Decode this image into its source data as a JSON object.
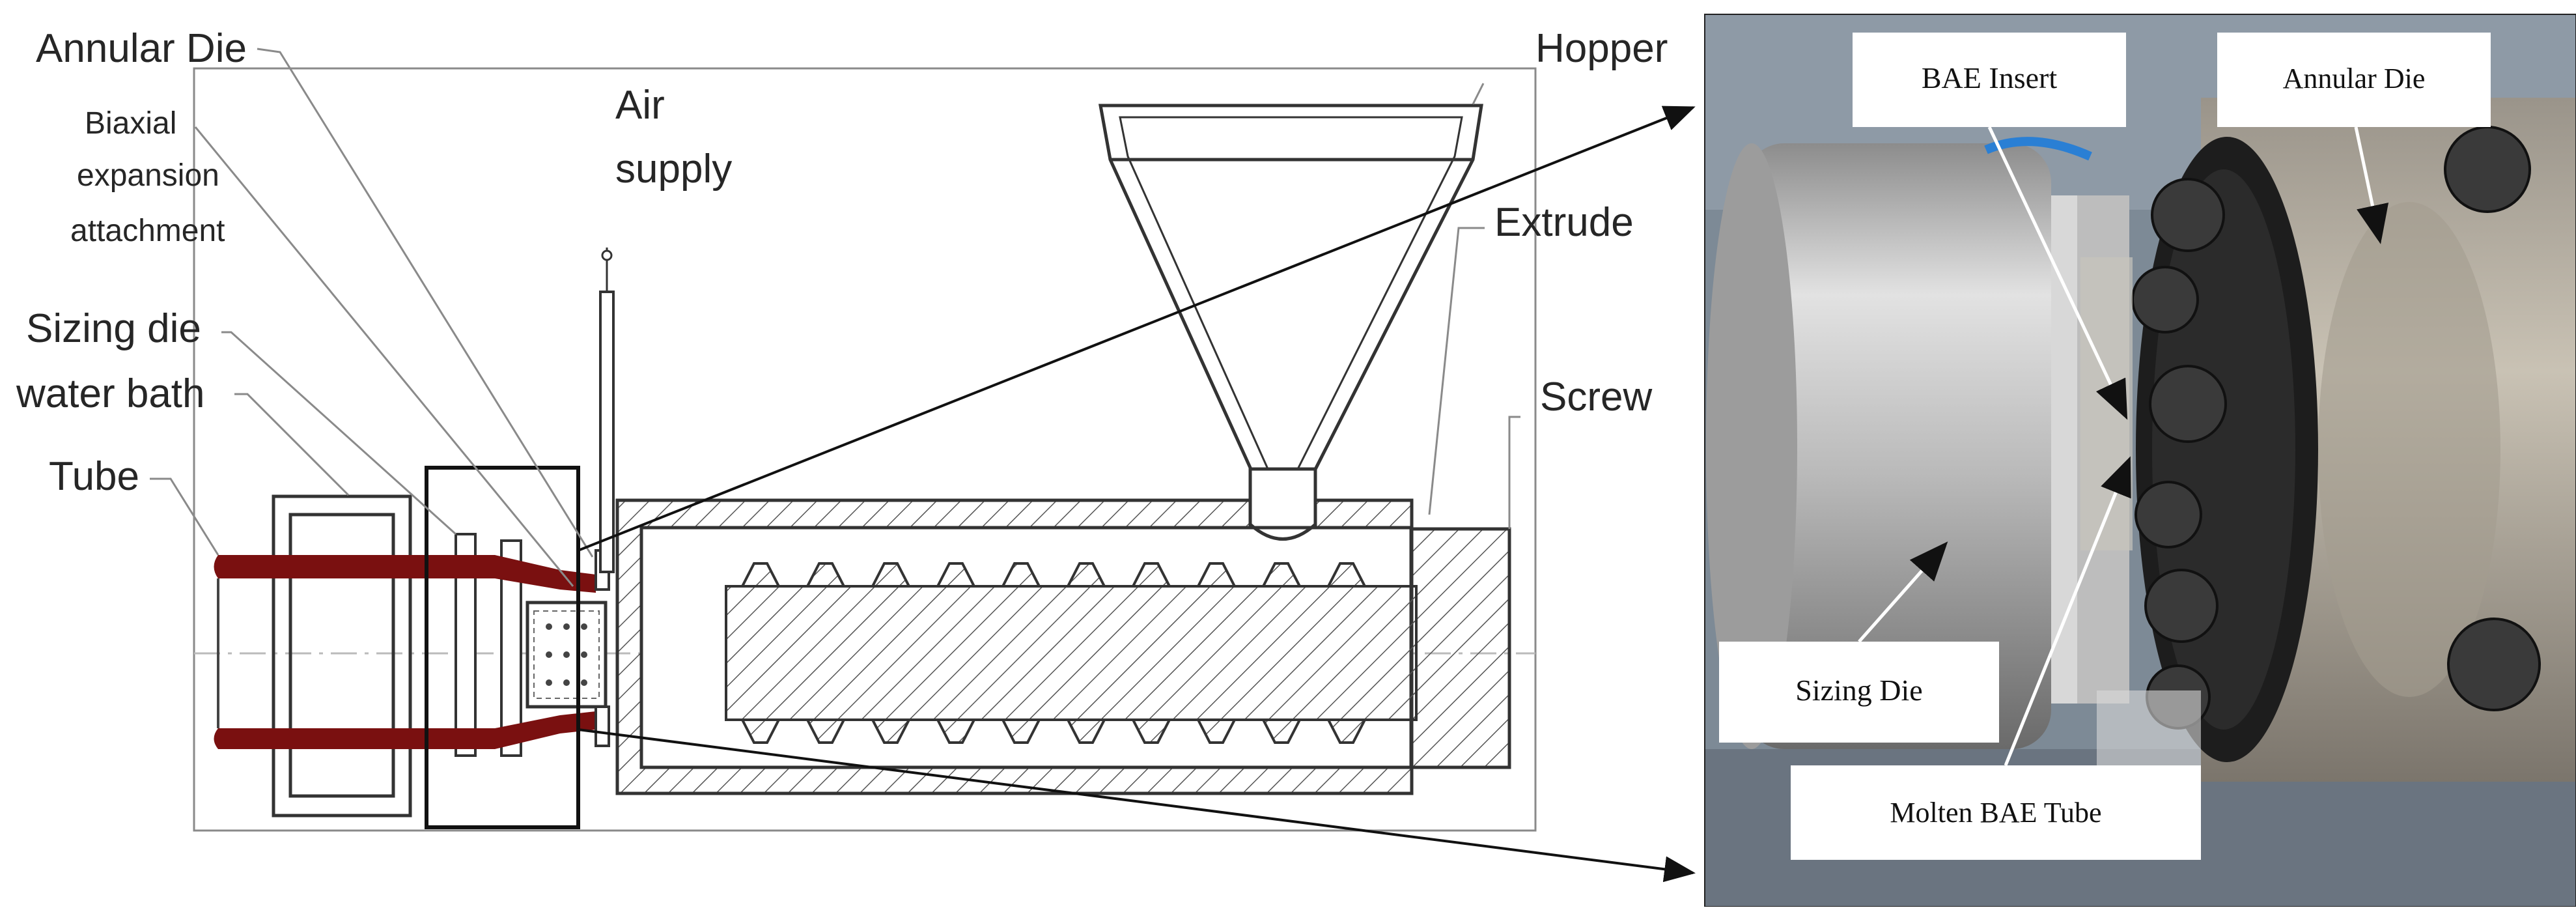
{
  "schematic": {
    "labels": {
      "annular_die": "Annular Die",
      "biaxial_line1": "Biaxial",
      "biaxial_line2": "expansion",
      "biaxial_line3": "attachment",
      "sizing_die": "Sizing die",
      "water_bath": "water bath",
      "tube": "Tube",
      "air_line1": "Air",
      "air_line2": "supply",
      "hopper": "Hopper",
      "extruder": "Extrude",
      "screw": "Screw"
    }
  },
  "photo": {
    "labels": {
      "bae_insert": "BAE Insert",
      "annular_die": "Annular Die",
      "sizing_die": "Sizing Die",
      "molten_bae_tube": "Molten BAE Tube"
    }
  },
  "colors": {
    "tube": "#7a1010",
    "line": "#333333"
  }
}
